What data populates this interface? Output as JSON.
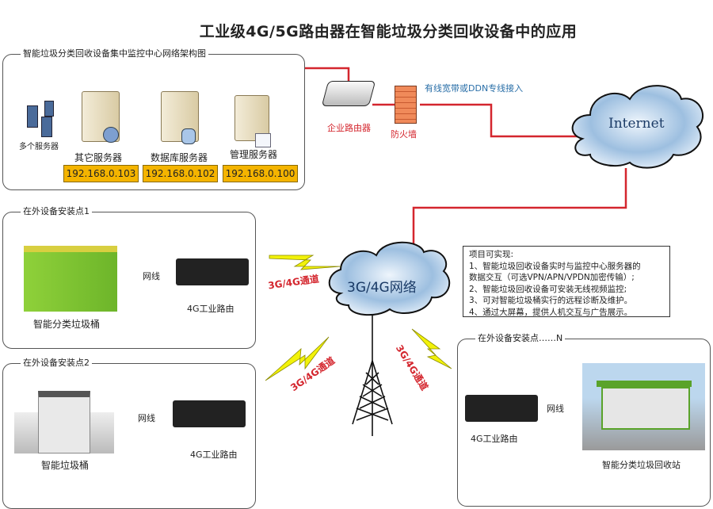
{
  "title": "工业级4G/5G路由器在智能垃圾分类回收设备中的应用",
  "center": {
    "label": "智能垃圾分类回收设备集中监控中心网络架构图",
    "servers": [
      {
        "name": "多个服务器",
        "icon": "server-cluster-icon"
      },
      {
        "name": "其它服务器",
        "ip": "192.168.0.103",
        "icon": "user-server-icon"
      },
      {
        "name": "数据库服务器",
        "ip": "192.168.0.102",
        "icon": "database-server-icon"
      },
      {
        "name": "管理服务器",
        "ip": "192.168.0.100",
        "icon": "management-server-icon"
      }
    ]
  },
  "network": {
    "router_label": "企业路由器",
    "firewall_label": "防火墙",
    "access_label": "有线宽带或DDN专线接入",
    "internet_label": "Internet",
    "mobile_net_label": "3G/4G网络",
    "channel_label": "3G/4G通道",
    "wire_label": "网线",
    "router4g_label": "4G工业路由"
  },
  "sites": [
    {
      "label": "在外设备安装点1",
      "device": "智能分类垃圾桶"
    },
    {
      "label": "在外设备安装点2",
      "device": "智能垃圾桶"
    },
    {
      "label": "在外设备安装点……N",
      "device": "智能分类垃圾回收站"
    }
  ],
  "info": {
    "heading": "项目可实现:",
    "lines": [
      "1、智能垃圾回收设备实时与监控中心服务器的",
      "数据交互（可选VPN/APN/VPDN加密传输）;",
      "2、智能垃圾回收设备可安装无线视频监控;",
      "3、可对智能垃圾桶实行的远程诊断及维护。",
      "4、通过大屏幕，提供人机交互与广告展示。"
    ]
  },
  "colors": {
    "link": "#d4262e",
    "ip_bg": "#f4b400",
    "wire": "#7b3f9e",
    "bus": "#a9c8e8"
  }
}
